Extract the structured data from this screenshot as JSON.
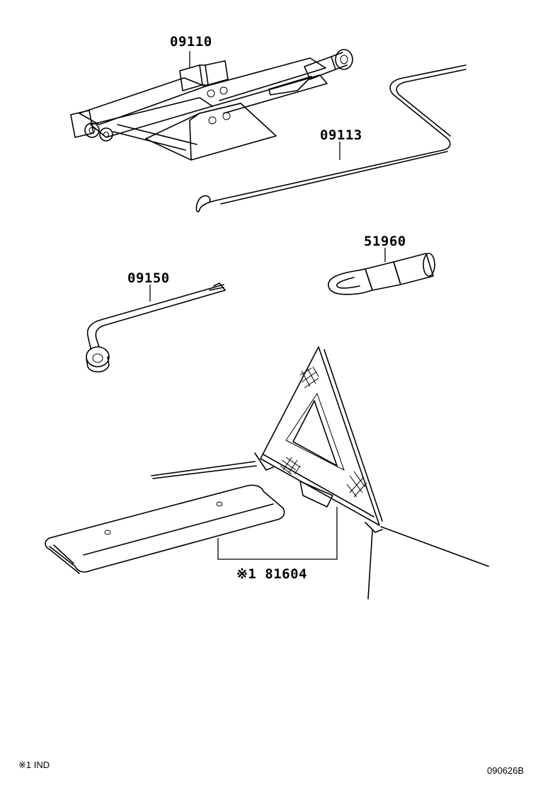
{
  "parts": {
    "jack": "09110",
    "jack_handle": "09113",
    "towing_eyelet": "51960",
    "wrench": "09150",
    "warning_triangle": "※1 81604"
  },
  "footnote": "※1 IND",
  "diagram_code": "090626B"
}
